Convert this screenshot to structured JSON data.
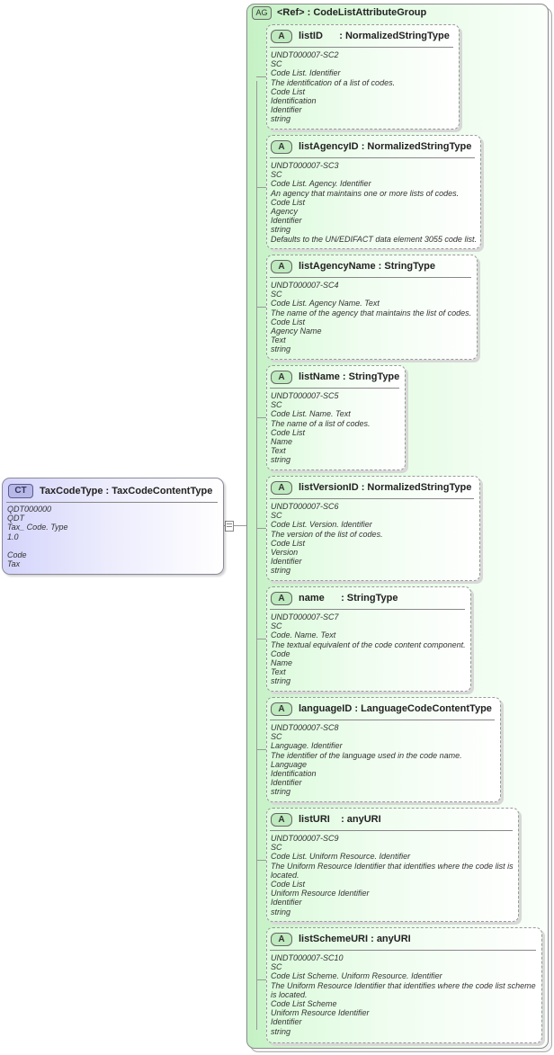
{
  "complex_type": {
    "badge": "CT",
    "title": "TaxCodeType : TaxCodeContentType",
    "lines": [
      "QDT000000",
      "QDT",
      "Tax_ Code. Type",
      "1.0",
      "",
      "Code",
      "Tax"
    ]
  },
  "attribute_group": {
    "badge": "AG",
    "title": "<Ref>      : CodeListAttributeGroup"
  },
  "attributes": [
    {
      "badge": "A",
      "name": "listID      ",
      "type": ": NormalizedStringType",
      "lines": [
        "UNDT000007-SC2",
        "SC",
        "Code List. Identifier",
        "The identification of a list of codes.",
        "Code List",
        "Identification",
        "Identifier",
        "string"
      ]
    },
    {
      "badge": "A",
      "name": "listAgencyID ",
      "type": ": NormalizedStringType",
      "lines": [
        "UNDT000007-SC3",
        "SC",
        "Code List. Agency. Identifier",
        "An agency that maintains one or more lists of codes.",
        "Code List",
        "Agency",
        "Identifier",
        "string",
        "Defaults to the UN/EDIFACT data element 3055 code list."
      ]
    },
    {
      "badge": "A",
      "name": "listAgencyName ",
      "type": ": StringType",
      "lines": [
        "UNDT000007-SC4",
        "SC",
        "Code List. Agency Name. Text",
        "The name of the agency that maintains the list of codes.",
        "Code List",
        "Agency Name",
        "Text",
        "string"
      ]
    },
    {
      "badge": "A",
      "name": "listName ",
      "type": ": StringType",
      "lines": [
        "UNDT000007-SC5",
        "SC",
        "Code List. Name. Text",
        "The name of a list of codes.",
        "Code List",
        "Name",
        "Text",
        "string"
      ]
    },
    {
      "badge": "A",
      "name": "listVersionID ",
      "type": ": NormalizedStringType",
      "lines": [
        "UNDT000007-SC6",
        "SC",
        "Code List. Version. Identifier",
        "The version of the list of codes.",
        "Code List",
        "Version",
        "Identifier",
        "string"
      ]
    },
    {
      "badge": "A",
      "name": "name      ",
      "type": ": StringType",
      "lines": [
        "UNDT000007-SC7",
        "SC",
        "Code. Name. Text",
        "The textual equivalent of the code content component.",
        "Code",
        "Name",
        "Text",
        "string"
      ]
    },
    {
      "badge": "A",
      "name": "languageID ",
      "type": ": LanguageCodeContentType",
      "lines": [
        "UNDT000007-SC8",
        "SC",
        "Language. Identifier",
        "The identifier of the language used in the code name.",
        "Language",
        "Identification",
        "Identifier",
        "string"
      ]
    },
    {
      "badge": "A",
      "name": "listURI    ",
      "type": ": anyURI",
      "lines": [
        "UNDT000007-SC9",
        "SC",
        "Code List. Uniform Resource. Identifier",
        "The Uniform Resource Identifier that identifies where the code list is located.",
        "Code List",
        "Uniform Resource Identifier",
        "Identifier",
        "string"
      ]
    },
    {
      "badge": "A",
      "name": "listSchemeURI ",
      "type": ": anyURI",
      "lines": [
        "UNDT000007-SC10",
        "SC",
        "Code List Scheme. Uniform Resource. Identifier",
        "The Uniform Resource Identifier that identifies where the code list scheme is located.",
        "Code List Scheme",
        "Uniform Resource Identifier",
        "Identifier",
        "string"
      ]
    }
  ]
}
